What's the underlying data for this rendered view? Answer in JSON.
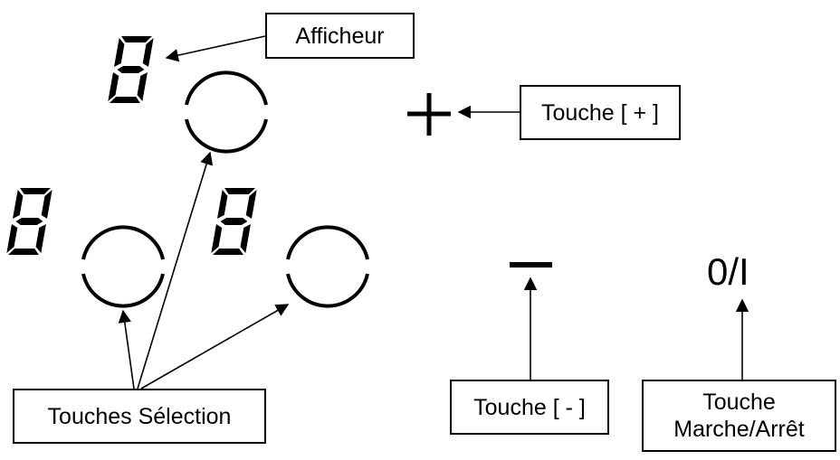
{
  "labels": {
    "display": "Afficheur",
    "plus_key": "Touche [ + ]",
    "minus_key": "Touche [ - ]",
    "onoff_key_line1": "Touche",
    "onoff_key_line2": "Marche/Arrêt",
    "selection_keys": "Touches Sélection"
  },
  "controls": {
    "onoff_glyph": "0/I"
  },
  "icons": {
    "display_digit": "seven-segment-8-icon",
    "selection_ring": "selection-ring-icon",
    "plus": "plus-icon",
    "minus": "minus-icon"
  }
}
